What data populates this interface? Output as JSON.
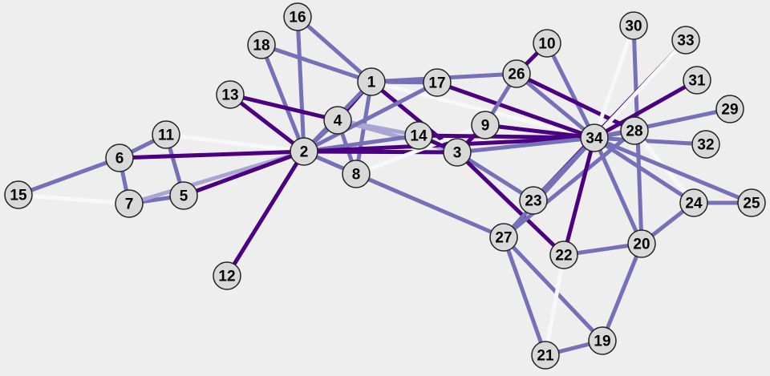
{
  "graph": {
    "colors": {
      "background": "#eeeeee",
      "node_fill": "#d9d9d9",
      "node_stroke": "#222222",
      "label": "#000000",
      "edge_strong": "#4a0080",
      "edge_medium": "#7670b8",
      "edge_light": "#aaa6d4",
      "edge_faint": "#f8f8f8"
    },
    "nodes": [
      {
        "id": 1,
        "label": "1"
      },
      {
        "id": 2,
        "label": "2"
      },
      {
        "id": 3,
        "label": "3"
      },
      {
        "id": 4,
        "label": "4"
      },
      {
        "id": 5,
        "label": "5"
      },
      {
        "id": 6,
        "label": "6"
      },
      {
        "id": 7,
        "label": "7"
      },
      {
        "id": 8,
        "label": "8"
      },
      {
        "id": 9,
        "label": "9"
      },
      {
        "id": 10,
        "label": "10"
      },
      {
        "id": 11,
        "label": "11"
      },
      {
        "id": 12,
        "label": "12"
      },
      {
        "id": 13,
        "label": "13"
      },
      {
        "id": 14,
        "label": "14"
      },
      {
        "id": 15,
        "label": "15"
      },
      {
        "id": 16,
        "label": "16"
      },
      {
        "id": 17,
        "label": "17"
      },
      {
        "id": 18,
        "label": "18"
      },
      {
        "id": 19,
        "label": "19"
      },
      {
        "id": 20,
        "label": "20"
      },
      {
        "id": 21,
        "label": "21"
      },
      {
        "id": 22,
        "label": "22"
      },
      {
        "id": 23,
        "label": "23"
      },
      {
        "id": 24,
        "label": "24"
      },
      {
        "id": 25,
        "label": "25"
      },
      {
        "id": 26,
        "label": "26"
      },
      {
        "id": 27,
        "label": "27"
      },
      {
        "id": 28,
        "label": "28"
      },
      {
        "id": 29,
        "label": "29"
      },
      {
        "id": 30,
        "label": "30"
      },
      {
        "id": 31,
        "label": "31"
      },
      {
        "id": 32,
        "label": "32"
      },
      {
        "id": 33,
        "label": "33"
      },
      {
        "id": 34,
        "label": "34"
      }
    ],
    "edges": [
      {
        "source": 16,
        "target": 2,
        "level": "medium"
      },
      {
        "source": 16,
        "target": 1,
        "level": "medium"
      },
      {
        "source": 18,
        "target": 1,
        "level": "medium"
      },
      {
        "source": 18,
        "target": 2,
        "level": "medium"
      },
      {
        "source": 13,
        "target": 2,
        "level": "strong"
      },
      {
        "source": 13,
        "target": 4,
        "level": "strong"
      },
      {
        "source": 1,
        "target": 4,
        "level": "strong"
      },
      {
        "source": 1,
        "target": 8,
        "level": "medium"
      },
      {
        "source": 1,
        "target": 2,
        "level": "medium"
      },
      {
        "source": 1,
        "target": 17,
        "level": "medium"
      },
      {
        "source": 1,
        "target": 26,
        "level": "medium"
      },
      {
        "source": 1,
        "target": 3,
        "level": "strong"
      },
      {
        "source": 1,
        "target": 34,
        "level": "faint"
      },
      {
        "source": 4,
        "target": 2,
        "level": "medium"
      },
      {
        "source": 4,
        "target": 8,
        "level": "medium"
      },
      {
        "source": 4,
        "target": 14,
        "level": "light"
      },
      {
        "source": 4,
        "target": 3,
        "level": "light"
      },
      {
        "source": 17,
        "target": 2,
        "level": "medium"
      },
      {
        "source": 17,
        "target": 34,
        "level": "strong"
      },
      {
        "source": 11,
        "target": 6,
        "level": "medium"
      },
      {
        "source": 11,
        "target": 5,
        "level": "medium"
      },
      {
        "source": 11,
        "target": 2,
        "level": "faint"
      },
      {
        "source": 6,
        "target": 7,
        "level": "medium"
      },
      {
        "source": 6,
        "target": 15,
        "level": "medium"
      },
      {
        "source": 6,
        "target": 2,
        "level": "strong"
      },
      {
        "source": 7,
        "target": 5,
        "level": "medium"
      },
      {
        "source": 7,
        "target": 15,
        "level": "faint"
      },
      {
        "source": 7,
        "target": 2,
        "level": "light"
      },
      {
        "source": 5,
        "target": 2,
        "level": "strong"
      },
      {
        "source": 12,
        "target": 2,
        "level": "strong"
      },
      {
        "source": 2,
        "target": 14,
        "level": "medium"
      },
      {
        "source": 2,
        "target": 3,
        "level": "strong"
      },
      {
        "source": 2,
        "target": 34,
        "level": "strong"
      },
      {
        "source": 2,
        "target": 27,
        "level": "medium"
      },
      {
        "source": 8,
        "target": 9,
        "level": "faint"
      },
      {
        "source": 14,
        "target": 3,
        "level": "strong"
      },
      {
        "source": 14,
        "target": 34,
        "level": "strong"
      },
      {
        "source": 3,
        "target": 9,
        "level": "strong"
      },
      {
        "source": 3,
        "target": 34,
        "level": "medium"
      },
      {
        "source": 3,
        "target": 23,
        "level": "medium"
      },
      {
        "source": 3,
        "target": 22,
        "level": "strong"
      },
      {
        "source": 9,
        "target": 26,
        "level": "medium"
      },
      {
        "source": 9,
        "target": 34,
        "level": "strong"
      },
      {
        "source": 10,
        "target": 26,
        "level": "strong"
      },
      {
        "source": 10,
        "target": 34,
        "level": "medium"
      },
      {
        "source": 26,
        "target": 34,
        "level": "medium"
      },
      {
        "source": 26,
        "target": 28,
        "level": "strong"
      },
      {
        "source": 30,
        "target": 20,
        "level": "medium"
      },
      {
        "source": 30,
        "target": 34,
        "level": "faint"
      },
      {
        "source": 33,
        "target": 23,
        "level": "strong"
      },
      {
        "source": 33,
        "target": 34,
        "level": "faint"
      },
      {
        "source": 31,
        "target": 34,
        "level": "strong"
      },
      {
        "source": 29,
        "target": 34,
        "level": "medium"
      },
      {
        "source": 32,
        "target": 34,
        "level": "medium"
      },
      {
        "source": 28,
        "target": 34,
        "level": "medium"
      },
      {
        "source": 28,
        "target": 27,
        "level": "medium"
      },
      {
        "source": 28,
        "target": 24,
        "level": "faint"
      },
      {
        "source": 34,
        "target": 23,
        "level": "medium"
      },
      {
        "source": 34,
        "target": 27,
        "level": "medium"
      },
      {
        "source": 34,
        "target": 22,
        "level": "strong"
      },
      {
        "source": 34,
        "target": 20,
        "level": "medium"
      },
      {
        "source": 34,
        "target": 24,
        "level": "medium"
      },
      {
        "source": 34,
        "target": 25,
        "level": "medium"
      },
      {
        "source": 24,
        "target": 25,
        "level": "medium"
      },
      {
        "source": 24,
        "target": 20,
        "level": "medium"
      },
      {
        "source": 20,
        "target": 22,
        "level": "medium"
      },
      {
        "source": 20,
        "target": 19,
        "level": "medium"
      },
      {
        "source": 27,
        "target": 21,
        "level": "medium"
      },
      {
        "source": 27,
        "target": 19,
        "level": "medium"
      },
      {
        "source": 22,
        "target": 21,
        "level": "faint"
      },
      {
        "source": 21,
        "target": 19,
        "level": "medium"
      }
    ]
  }
}
